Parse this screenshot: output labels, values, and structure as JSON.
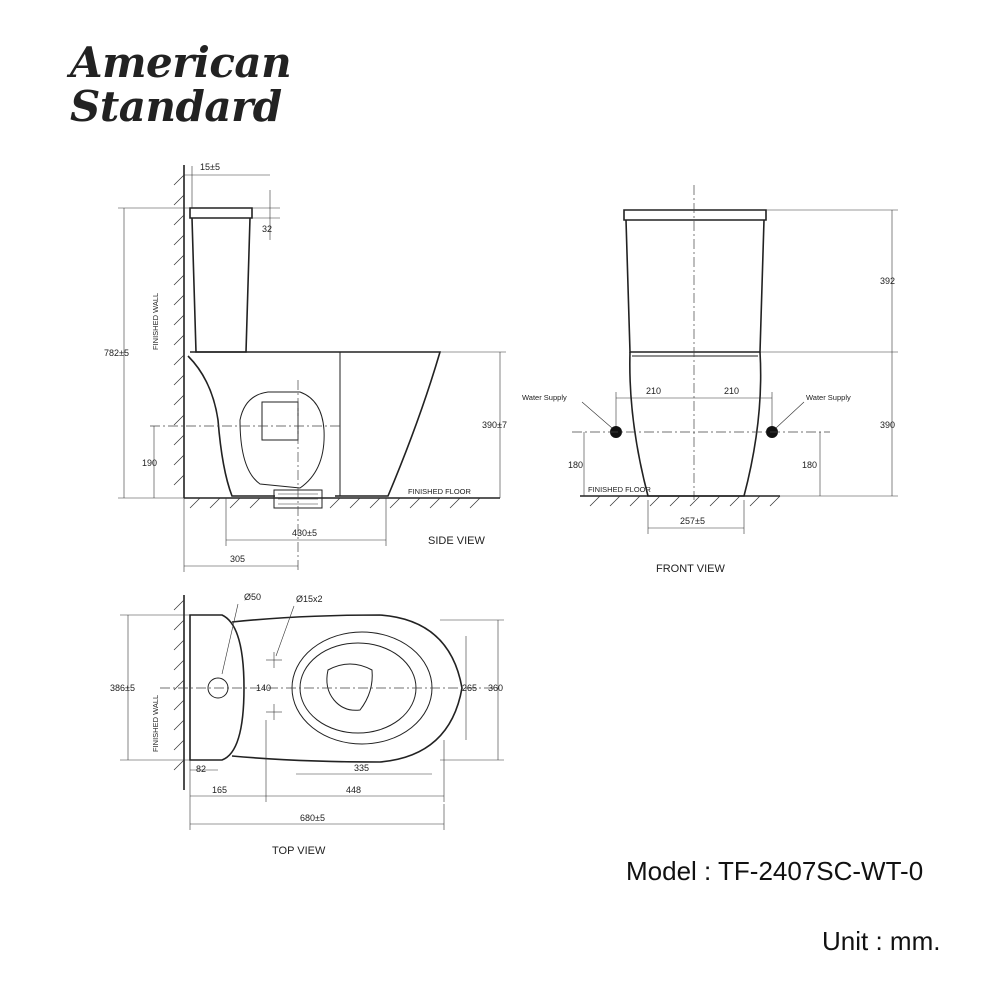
{
  "brand": {
    "line1": "American",
    "line2": "Standard"
  },
  "info": {
    "model": "Model : TF-2407SC-WT-0",
    "unit": "Unit : mm."
  },
  "views": {
    "side": "SIDE VIEW",
    "front": "FRONT VIEW",
    "top": "TOP VIEW"
  },
  "labels": {
    "finished_wall": "FINISHED WALL",
    "finished_floor": "FINISHED FLOOR",
    "water_supply": "Water Supply"
  },
  "side_dims": {
    "d15": "15±5",
    "d32": "32",
    "d782": "782±5",
    "d190": "190",
    "d390": "390±7",
    "d430": "430±5",
    "d305": "305"
  },
  "front_dims": {
    "d392": "392",
    "d390": "390",
    "d210a": "210",
    "d210b": "210",
    "d180a": "180",
    "d180b": "180",
    "d257": "257±5"
  },
  "top_dims": {
    "d50": "Ø50",
    "d15x2": "Ø15x2",
    "d386": "386±5",
    "d140": "140",
    "d265": "265",
    "d360": "360",
    "d82": "82",
    "d335": "335",
    "d165": "165",
    "d448": "448",
    "d680": "680±5"
  }
}
